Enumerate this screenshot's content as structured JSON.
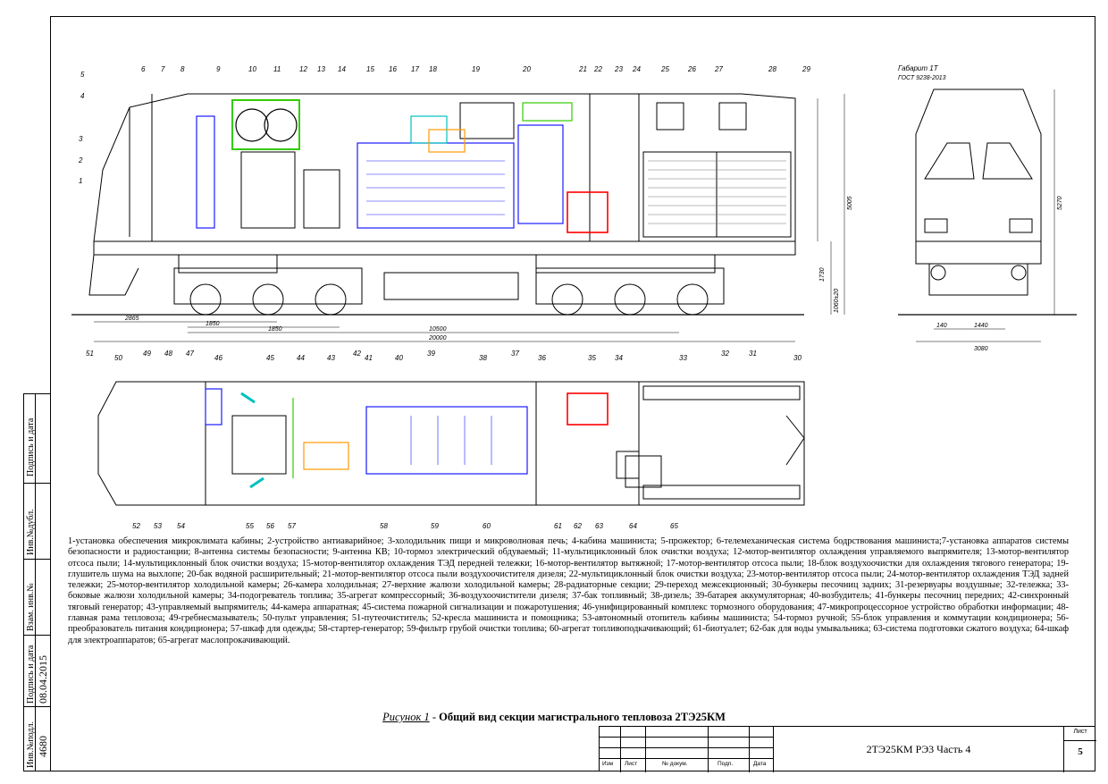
{
  "stamp": {
    "sign_date_label": "Подпись и дата",
    "inv_dup_label": "Инв.№дубл.",
    "vzam_label": "Взам. инв.№",
    "sign_date2_label": "Подпись и дата",
    "sign_date2_value": "08.04.2015",
    "inv_orig_label": "Инв.№подл.",
    "inv_orig_value": "4680"
  },
  "side_view": {
    "gabarit_title": "Габарит 1Т",
    "gabarit_std": "ГОСТ 9238-2013",
    "dims": [
      "2865",
      "1850",
      "1850",
      "10500",
      "20000",
      "1730",
      "1060±20",
      "5005"
    ],
    "end_dims": [
      "5270",
      "140",
      "1440",
      "3080"
    ],
    "top_numbers": [
      "5",
      "6",
      "7",
      "8",
      "9",
      "10",
      "11",
      "12",
      "13",
      "14",
      "15",
      "16",
      "17",
      "18",
      "19",
      "20",
      "21",
      "22",
      "23",
      "24",
      "25",
      "26",
      "27",
      "28",
      "29"
    ],
    "left_numbers": [
      "4",
      "3",
      "2",
      "1"
    ],
    "bottom_numbers": [
      "51",
      "49",
      "48",
      "47",
      "42",
      "39",
      "37",
      "32",
      "31"
    ]
  },
  "plan_view": {
    "top_numbers": [
      "50",
      "46",
      "45",
      "44",
      "43",
      "41",
      "40",
      "38",
      "36",
      "35",
      "34",
      "33",
      "30"
    ],
    "bottom_numbers": [
      "52",
      "53",
      "54",
      "55",
      "56",
      "57",
      "58",
      "59",
      "60",
      "61",
      "62",
      "63",
      "64",
      "65"
    ]
  },
  "legend": "1-установка обеспечения микроклимата кабины; 2-устройство антиаварийное; 3-холодильник пищи и микроволновая печь; 4-кабина машиниста; 5-прожектор; 6-телемеханическая система бодрствования машиниста;7-установка аппаратов системы безопасности и радиостанции; 8-антенна системы безопасности; 9-антенна КВ; 10-тормоз электрический обдуваемый; 11-мультициклонный блок очистки воздуха; 12-мотор-вентилятор охлаждения управляемого выпрямителя; 13-мотор-вентилятор отсоса пыли; 14-мультициклонный блок очистки воздуха; 15-мотор-вентилятор охлаждения ТЭД передней тележки; 16-мотор-вентилятор вытяжной; 17-мотор-вентилятор отсоса пыли; 18-блок воздухоочистки для охлаждения тягового генератора; 19-глушитель шума на выхлопе; 20-бак водяной расширительный; 21-мотор-вентилятор отсоса пыли воздухоочистителя дизеля; 22-мультициклонный блок очистки воздуха; 23-мотор-вентилятор отсоса пыли; 24-мотор-вентилятор охлаждения ТЭД задней тележки; 25-мотор-вентилятор холодильной камеры; 26-камера холодильная; 27-верхние жалюзи холодильной камеры; 28-радиаторные секции; 29-переход межсекционный; 30-бункеры песочниц задних; 31-резервуары воздушные; 32-тележка; 33-боковые жалюзи холодильной камеры; 34-подогреватель топлива; 35-агрегат компрессорный; 36-воздухоочистители дизеля; 37-бак топливный; 38-дизель; 39-батарея аккумуляторная; 40-возбудитель; 41-бункеры песочниц передних; 42-синхронный тяговый генератор; 43-управляемый выпрямитель; 44-камера аппаратная; 45-система пожарной сигнализации и пожаротушения; 46-унифицированный комплекс тормозного оборудования; 47-микропроцессорное устройство обработки информации; 48-главная рама тепловоза; 49-гребнесмазыватель; 50-пульт управления; 51-путеочиститель; 52-кресла машиниста и помощника; 53-автономный отопитель кабины машиниста; 54-тормоз ручной; 55-блок управления и коммутации кондиционера; 56-преобразователь питания кондиционера; 57-шкаф для одежды; 58-стартер-генератор; 59-фильтр грубой очистки топлива; 60-агрегат топливоподкачивающий; 61-биотуалет; 62-бак для воды умывальника; 63-система подготовки сжатого воздуха; 64-шкаф для электроаппаратов; 65-агрегат маслопрокачивающий.",
  "caption": {
    "prefix": "Рисунок 1",
    "dash": " - ",
    "title": "Общий вид секции  магистрального тепловоза 2ТЭ25КМ"
  },
  "title_block": {
    "headers": [
      "Изм",
      "Лист",
      "№ докум.",
      "Подп.",
      "Дата"
    ],
    "document": "2ТЭ25КМ РЭ3 Часть 4",
    "sheet_label": "Лист",
    "sheet_number": "5"
  },
  "colors": {
    "blue": "#1a1aff",
    "red": "#ff0000",
    "green": "#33cc00",
    "cyan": "#00c0c0",
    "orange": "#ff9900"
  }
}
